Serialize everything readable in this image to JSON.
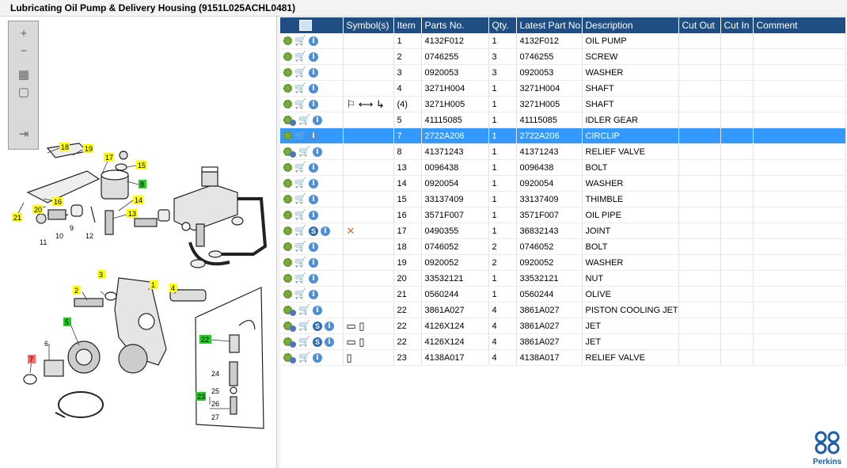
{
  "window_title": "Lubricating Oil Pump & Delivery Housing (9151L025ACHL0481)",
  "toolbar": {
    "zoom_in": "+",
    "zoom_out": "−",
    "fit_all": "▦",
    "fit_window": "▢",
    "export": "⇥"
  },
  "diagram": {
    "callouts_top": [
      "18",
      "19",
      "17",
      "15",
      "8",
      "16",
      "14",
      "13",
      "21",
      "20",
      "10",
      "9",
      "12",
      "11"
    ],
    "callouts_bottom": [
      "3",
      "1",
      "2",
      "4",
      "5",
      "6",
      "7",
      "22",
      "23",
      "24",
      "25",
      "26",
      "27"
    ]
  },
  "table": {
    "headers": [
      "",
      "Symbol(s)",
      "Item",
      "Parts No.",
      "Qty.",
      "Latest Part No.",
      "Description",
      "Cut Out",
      "Cut In",
      "Comment"
    ],
    "rows": [
      {
        "item": "1",
        "parts_no": "4132F012",
        "qty": "1",
        "latest": "4132F012",
        "desc": "OIL PUMP",
        "icons": "gcI",
        "sym": ""
      },
      {
        "item": "2",
        "parts_no": "0746255",
        "qty": "3",
        "latest": "0746255",
        "desc": "SCREW",
        "icons": "gcI",
        "sym": ""
      },
      {
        "item": "3",
        "parts_no": "0920053",
        "qty": "3",
        "latest": "0920053",
        "desc": "WASHER",
        "icons": "gcI",
        "sym": ""
      },
      {
        "item": "4",
        "parts_no": "3271H004",
        "qty": "1",
        "latest": "3271H004",
        "desc": "SHAFT",
        "icons": "gcI",
        "sym": ""
      },
      {
        "item": "(4)",
        "parts_no": "3271H005",
        "qty": "1",
        "latest": "3271H005",
        "desc": "SHAFT",
        "icons": "gcI",
        "sym": "⚐ ⟷ ↳"
      },
      {
        "item": "5",
        "parts_no": "41115085",
        "qty": "1",
        "latest": "41115085",
        "desc": "IDLER GEAR",
        "icons": "GcI",
        "sym": ""
      },
      {
        "item": "7",
        "parts_no": "2722A206",
        "qty": "1",
        "latest": "2722A206",
        "desc": "CIRCLIP",
        "icons": "gcI",
        "sym": "",
        "selected": true
      },
      {
        "item": "8",
        "parts_no": "41371243",
        "qty": "1",
        "latest": "41371243",
        "desc": "RELIEF VALVE",
        "icons": "GcI",
        "sym": ""
      },
      {
        "item": "13",
        "parts_no": "0096438",
        "qty": "1",
        "latest": "0096438",
        "desc": "BOLT",
        "icons": "gcI",
        "sym": ""
      },
      {
        "item": "14",
        "parts_no": "0920054",
        "qty": "1",
        "latest": "0920054",
        "desc": "WASHER",
        "icons": "gcI",
        "sym": ""
      },
      {
        "item": "15",
        "parts_no": "33137409",
        "qty": "1",
        "latest": "33137409",
        "desc": "THIMBLE",
        "icons": "gcI",
        "sym": ""
      },
      {
        "item": "16",
        "parts_no": "3571F007",
        "qty": "1",
        "latest": "3571F007",
        "desc": "OIL PIPE",
        "icons": "gcI",
        "sym": ""
      },
      {
        "item": "17",
        "parts_no": "0490355",
        "qty": "1",
        "latest": "36832143",
        "desc": "JOINT",
        "icons": "gcSI",
        "sym": "✕"
      },
      {
        "item": "18",
        "parts_no": "0746052",
        "qty": "2",
        "latest": "0746052",
        "desc": "BOLT",
        "icons": "gcI",
        "sym": ""
      },
      {
        "item": "19",
        "parts_no": "0920052",
        "qty": "2",
        "latest": "0920052",
        "desc": "WASHER",
        "icons": "gcI",
        "sym": ""
      },
      {
        "item": "20",
        "parts_no": "33532121",
        "qty": "1",
        "latest": "33532121",
        "desc": "NUT",
        "icons": "gcI",
        "sym": ""
      },
      {
        "item": "21",
        "parts_no": "0560244",
        "qty": "1",
        "latest": "0560244",
        "desc": "OLIVE",
        "icons": "gcI",
        "sym": ""
      },
      {
        "item": "22",
        "parts_no": "3861A027",
        "qty": "4",
        "latest": "3861A027",
        "desc": "PISTON COOLING JET",
        "icons": "GcI",
        "sym": ""
      },
      {
        "item": "22",
        "parts_no": "4126X124",
        "qty": "4",
        "latest": "3861A027",
        "desc": "JET",
        "icons": "GcSI",
        "sym": "▭ ▯"
      },
      {
        "item": "22",
        "parts_no": "4126X124",
        "qty": "4",
        "latest": "3861A027",
        "desc": "JET",
        "icons": "GcSI",
        "sym": "▭ ▯"
      },
      {
        "item": "23",
        "parts_no": "4138A017",
        "qty": "4",
        "latest": "4138A017",
        "desc": "RELIEF VALVE",
        "icons": "GcI",
        "sym": "▯"
      }
    ]
  },
  "logo": "Perkins",
  "colors": {
    "header_bg": "#1f4e85",
    "selected_row": "#3399ff",
    "callout_yellow": "#ffff00",
    "callout_green": "#22cc22",
    "callout_red": "#ff6666"
  }
}
